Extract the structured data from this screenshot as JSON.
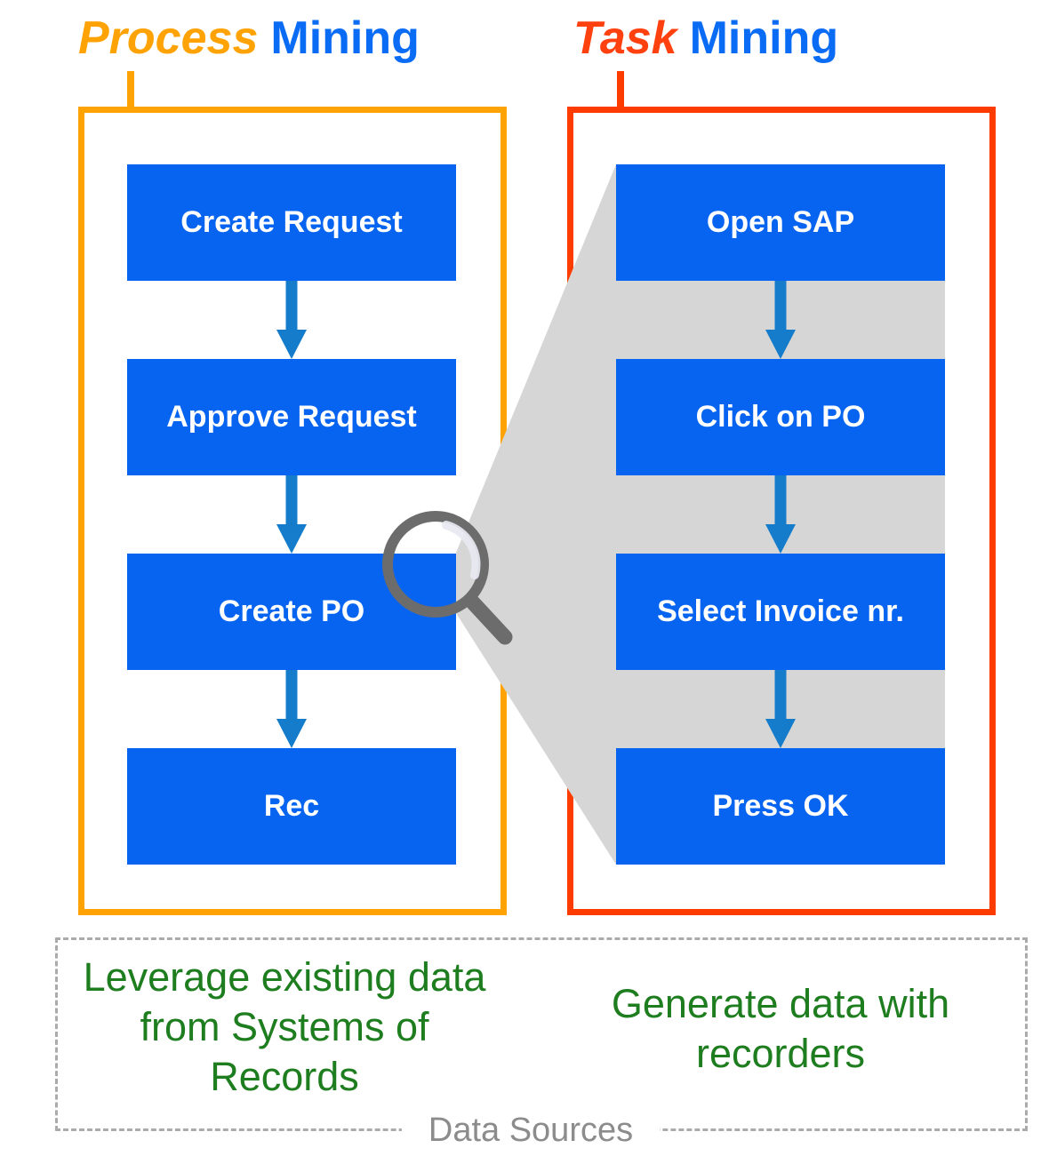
{
  "titles": {
    "process": {
      "highlight": "Process",
      "rest": "Mining"
    },
    "task": {
      "highlight": "Task",
      "rest": "Mining"
    }
  },
  "process_flow": {
    "steps": [
      "Create Request",
      "Approve Request",
      "Create PO",
      "Rec"
    ]
  },
  "task_flow": {
    "steps": [
      "Open SAP",
      "Click on PO",
      "Select Invoice nr.",
      "Press OK"
    ]
  },
  "data_sources": {
    "label": "Data Sources",
    "process_note_lines": [
      "Leverage existing data",
      "from Systems of",
      "Records"
    ],
    "task_note_lines": [
      "Generate data with",
      "recorders"
    ]
  },
  "icons": {
    "magnifier": "magnifier-icon",
    "arrow": "arrow-down-icon"
  },
  "colors": {
    "process_accent": "#FFA305",
    "task_accent": "#FF3C00",
    "title_blue": "#0A6CF5",
    "step_blue": "#0664F1",
    "arrow_blue": "#147CCB",
    "wedge_gray": "#D6D6D6",
    "magnifier_gray": "#6C6C6C",
    "note_green": "#1E7D1E",
    "dashed_gray": "#ABABAB",
    "label_gray": "#8C8C8C"
  }
}
